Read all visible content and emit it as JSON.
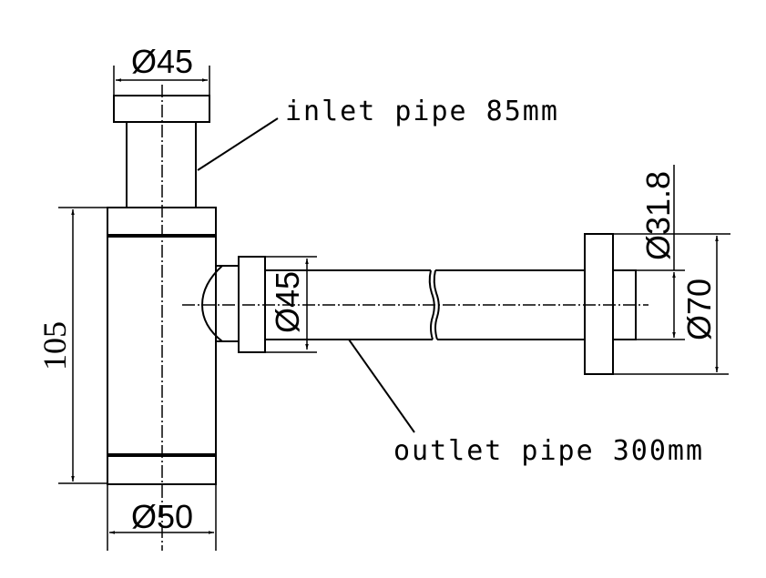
{
  "labels": {
    "inlet": "inlet pipe 85mm",
    "outlet": "outlet pipe 300mm"
  },
  "dimensions": {
    "inlet_cap_diameter": "Ø45",
    "body_height": "105",
    "body_diameter": "Ø50",
    "outlet_diameter": "Ø45",
    "wall_pipe_diameter": "Ø31.8",
    "flange_diameter": "Ø70"
  }
}
